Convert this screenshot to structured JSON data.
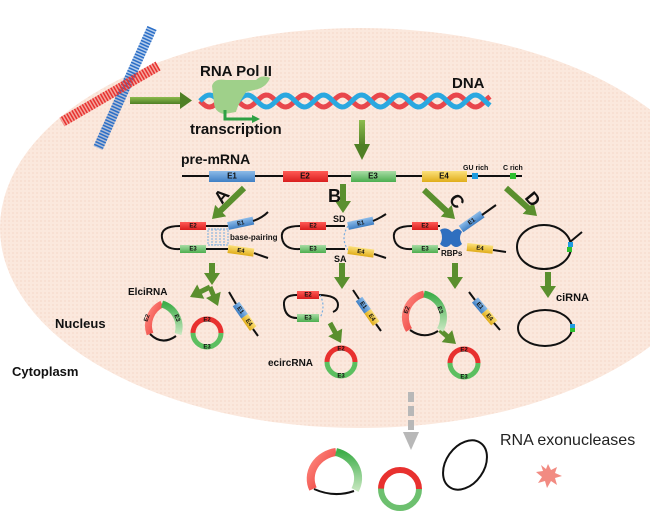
{
  "colors": {
    "nucleus_fill": "#fbe9df",
    "exon_e1": "#5b9bd5",
    "exon_e2": "#e8312f",
    "exon_e3": "#7cc47f",
    "exon_e4": "#f2c94c",
    "arrow_green": "#5a8f2e",
    "arrow_gray": "#b8b8b8",
    "dna_red": "#e8474c",
    "dna_blue": "#2aa8e0",
    "polymerase": "#9fd08a",
    "gu_rich": "#1e9be0",
    "c_rich": "#2fbf2f",
    "rbp": "#2f6fbf",
    "exonuclease": "#f28b82"
  },
  "labels": {
    "rna_pol": "RNA Pol II",
    "dna": "DNA",
    "transcription": "transcription",
    "pre_mrna": "pre-mRNA",
    "gu_rich": "GU rich",
    "c_rich": "C rich",
    "base_pairing": "base-pairing",
    "sd": "SD",
    "sa": "SA",
    "rbps": "RBPs",
    "elcirna": "ElciRNA",
    "ecircrna": "ecircRNA",
    "cirna": "ciRNA",
    "nucleus": "Nucleus",
    "cytoplasm": "Cytoplasm",
    "exonucleases": "RNA exonucleases"
  },
  "pathways": [
    "A",
    "B",
    "C",
    "D"
  ],
  "exons": [
    "E1",
    "E2",
    "E3",
    "E4"
  ]
}
